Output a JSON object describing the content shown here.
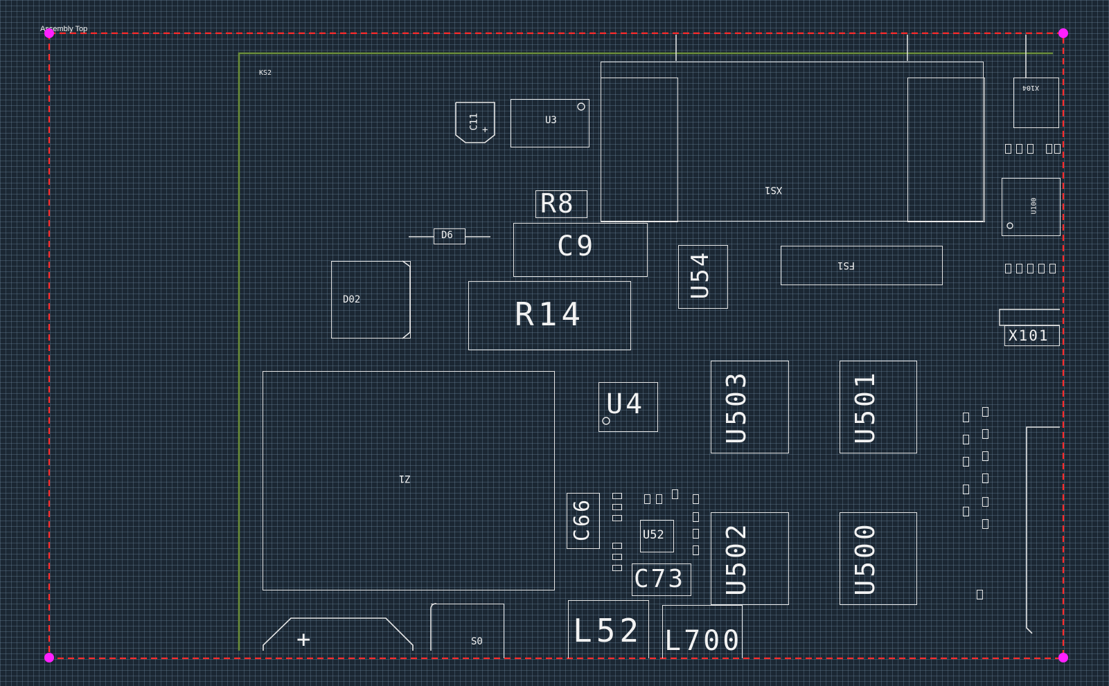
{
  "view": {
    "layer_label": "Assembly Top",
    "colors": {
      "background": "#1b2733",
      "grid": "#7896aa",
      "outline": "#e8e8e8",
      "board_edge": "#6b8e3a",
      "selection_border": "#ff2a2a",
      "corner_handle": "#ff20ff"
    }
  },
  "components": {
    "ks2": "KS2",
    "c11": "C11",
    "u3": "U3",
    "xs1": "XS1",
    "x104": "X104",
    "r8": "R8",
    "d6": "D6",
    "c9": "C9",
    "u54": "U54",
    "fs1": "FS1",
    "u100": "U100",
    "d02": "D02",
    "r14": "R14",
    "x101": "X101",
    "u4": "U4",
    "u503": "U503",
    "u501": "U501",
    "z1": "Z1",
    "c66": "C66",
    "u52": "U52",
    "c73": "C73",
    "u502": "U502",
    "u500": "U500",
    "l52": "L52",
    "l700": "L700",
    "s0": "S0",
    "plus": "+"
  }
}
